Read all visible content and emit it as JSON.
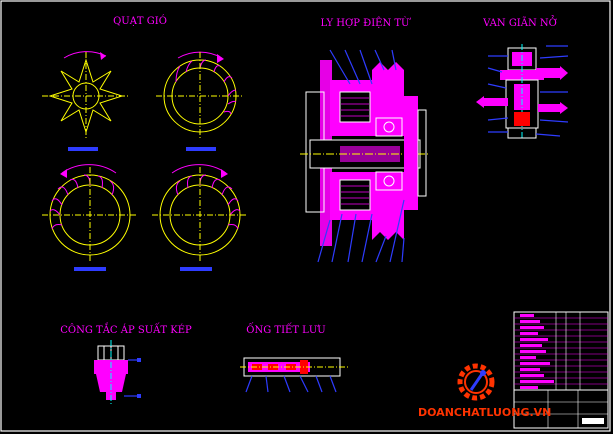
{
  "sections": {
    "fan": {
      "title": "QUẠT GIÓ"
    },
    "clutch": {
      "title": "LY HỢP ĐIỆN TỪ"
    },
    "valve": {
      "title": "VAN GIÃN NỞ"
    },
    "pressure_switch": {
      "title": "CÔNG TẮC ÁP SUẤT KÉP"
    },
    "throttle_tube": {
      "title": "ỐNG TIẾT LƯU"
    }
  },
  "watermark": {
    "text": "DOANCHATLUONG.VN",
    "logo_icon": "gear-wrench-icon"
  },
  "colors": {
    "background": "#000000",
    "frame": "#ffffff",
    "drawing_line": "#ffff00",
    "hatch": "#ff00ff",
    "label": "#2e3cff",
    "title": "#ff00ff",
    "watermark": "#ff3300"
  }
}
